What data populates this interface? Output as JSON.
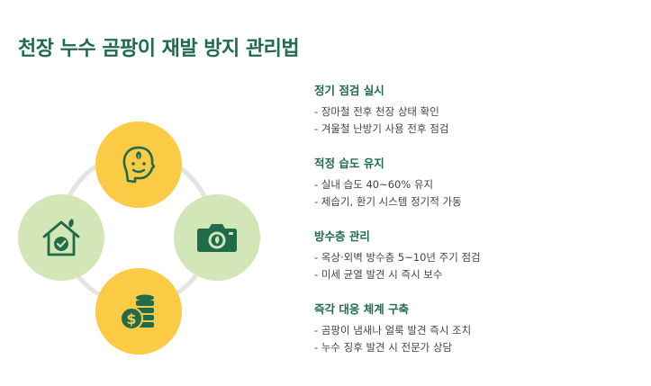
{
  "title": "천장 누수 곰팡이 재발 방지 관리법",
  "colors": {
    "title": "#1f6b4a",
    "accent_yellow": "#fccb45",
    "accent_green": "#d3e6b7",
    "icon_green": "#1f6b4a",
    "ring": "#e4e4e4"
  },
  "diagram": {
    "nodes": [
      {
        "id": "top",
        "icon": "head-with-leaf-icon",
        "color": "yellow"
      },
      {
        "id": "right",
        "icon": "camera-icon",
        "color": "green"
      },
      {
        "id": "bottom",
        "icon": "coins-dollar-icon",
        "color": "yellow"
      },
      {
        "id": "left",
        "icon": "house-check-icon",
        "color": "green"
      }
    ]
  },
  "sections": [
    {
      "title": "정기 점검 실시",
      "items": [
        "장마철 전후 천장 상태 확인",
        "겨울철 난방기 사용 전후 점검"
      ]
    },
    {
      "title": "적정 습도 유지",
      "items": [
        "실내 습도 40~60% 유지",
        "제습기, 환기 시스템 정기적 가동"
      ]
    },
    {
      "title": "방수층 관리",
      "items": [
        "옥상·외벽 방수층 5~10년 주기 점검",
        "미세 균열 발견 시 즉시 보수"
      ]
    },
    {
      "title": "즉각 대응 체계 구축",
      "items": [
        "곰팡이 냄새나 얼룩 발견 즉시 조치",
        "누수 징후 발견 시 전문가 상담"
      ]
    }
  ]
}
